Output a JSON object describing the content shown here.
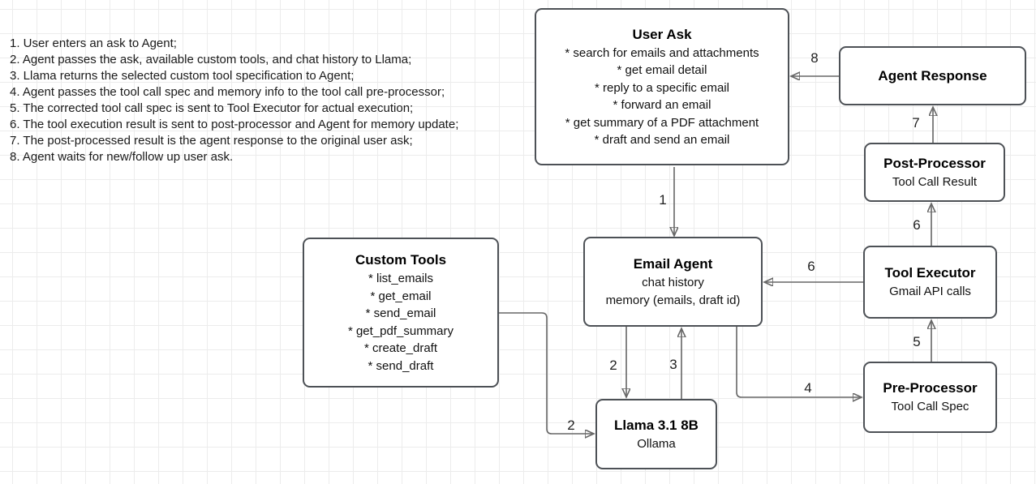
{
  "colors": {
    "background": "#ffffff",
    "grid_line": "#ececec",
    "node_border": "#4d5156",
    "node_fill": "#ffffff",
    "connector": "#666666",
    "arrowhead": "#474c52",
    "text": "#111111"
  },
  "notes": {
    "items": [
      "1. User enters an ask to Agent;",
      "2. Agent passes the ask, available custom tools, and chat history to Llama;",
      "3. Llama returns the selected custom tool specification to Agent;",
      "4. Agent passes the tool call spec and memory info to the tool call pre-processor;",
      "5. The corrected tool call spec is sent to Tool Executor for actual execution;",
      "6. The tool execution result is sent to post-processor and Agent for memory update;",
      "7. The post-processed result is the agent response to the original user ask;",
      "8. Agent waits for new/follow up user ask."
    ]
  },
  "nodes": {
    "user_ask": {
      "title": "User Ask",
      "items": [
        "* search for emails and attachments",
        "* get email detail",
        "* reply to a specific email",
        "* forward an email",
        "* get summary of a PDF attachment",
        "* draft and send an email"
      ]
    },
    "agent_response": {
      "title": "Agent Response"
    },
    "post_processor": {
      "title": "Post-Processor",
      "subtitle": "Tool Call Result"
    },
    "tool_executor": {
      "title": "Tool Executor",
      "subtitle": "Gmail API calls"
    },
    "pre_processor": {
      "title": "Pre-Processor",
      "subtitle": "Tool Call Spec"
    },
    "email_agent": {
      "title": "Email Agent",
      "items": [
        "chat history",
        "memory (emails, draft id)"
      ]
    },
    "custom_tools": {
      "title": "Custom Tools",
      "items": [
        "* list_emails",
        "* get_email",
        "* send_email",
        "* get_pdf_summary",
        "* create_draft",
        "* send_draft"
      ]
    },
    "llama": {
      "title": "Llama 3.1 8B",
      "subtitle": "Ollama"
    }
  },
  "edges": {
    "step1": "1",
    "step2_agent_to_llama": "2",
    "step2_tools_to_llama": "2",
    "step3": "3",
    "step4": "4",
    "step5": "5",
    "step6_to_email_agent": "6",
    "step6_to_post_processor": "6",
    "step7": "7",
    "step8": "8"
  }
}
